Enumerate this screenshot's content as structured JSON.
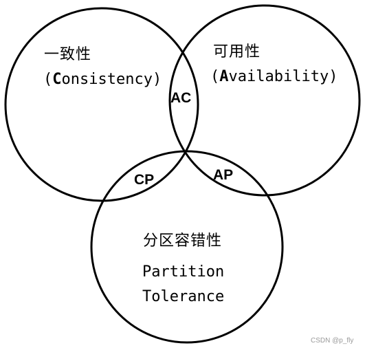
{
  "sets": {
    "consistency": {
      "name_cn": "一致性",
      "name_en_open": "(",
      "name_en_initial": "C",
      "name_en_rest": "onsistency)"
    },
    "availability": {
      "name_cn": "可用性",
      "name_en_open": "(",
      "name_en_initial": "A",
      "name_en_rest": "vailability)"
    },
    "partition_tolerance": {
      "name_cn": "分区容错性",
      "name_en_line1": "Partition",
      "name_en_line2": "Tolerance"
    }
  },
  "intersections": {
    "ac": "AC",
    "cp": "CP",
    "ap": "AP"
  },
  "watermark": "CSDN @p_fly",
  "colors": {
    "stroke": "#000000",
    "background": "#ffffff",
    "watermark": "#999999"
  }
}
